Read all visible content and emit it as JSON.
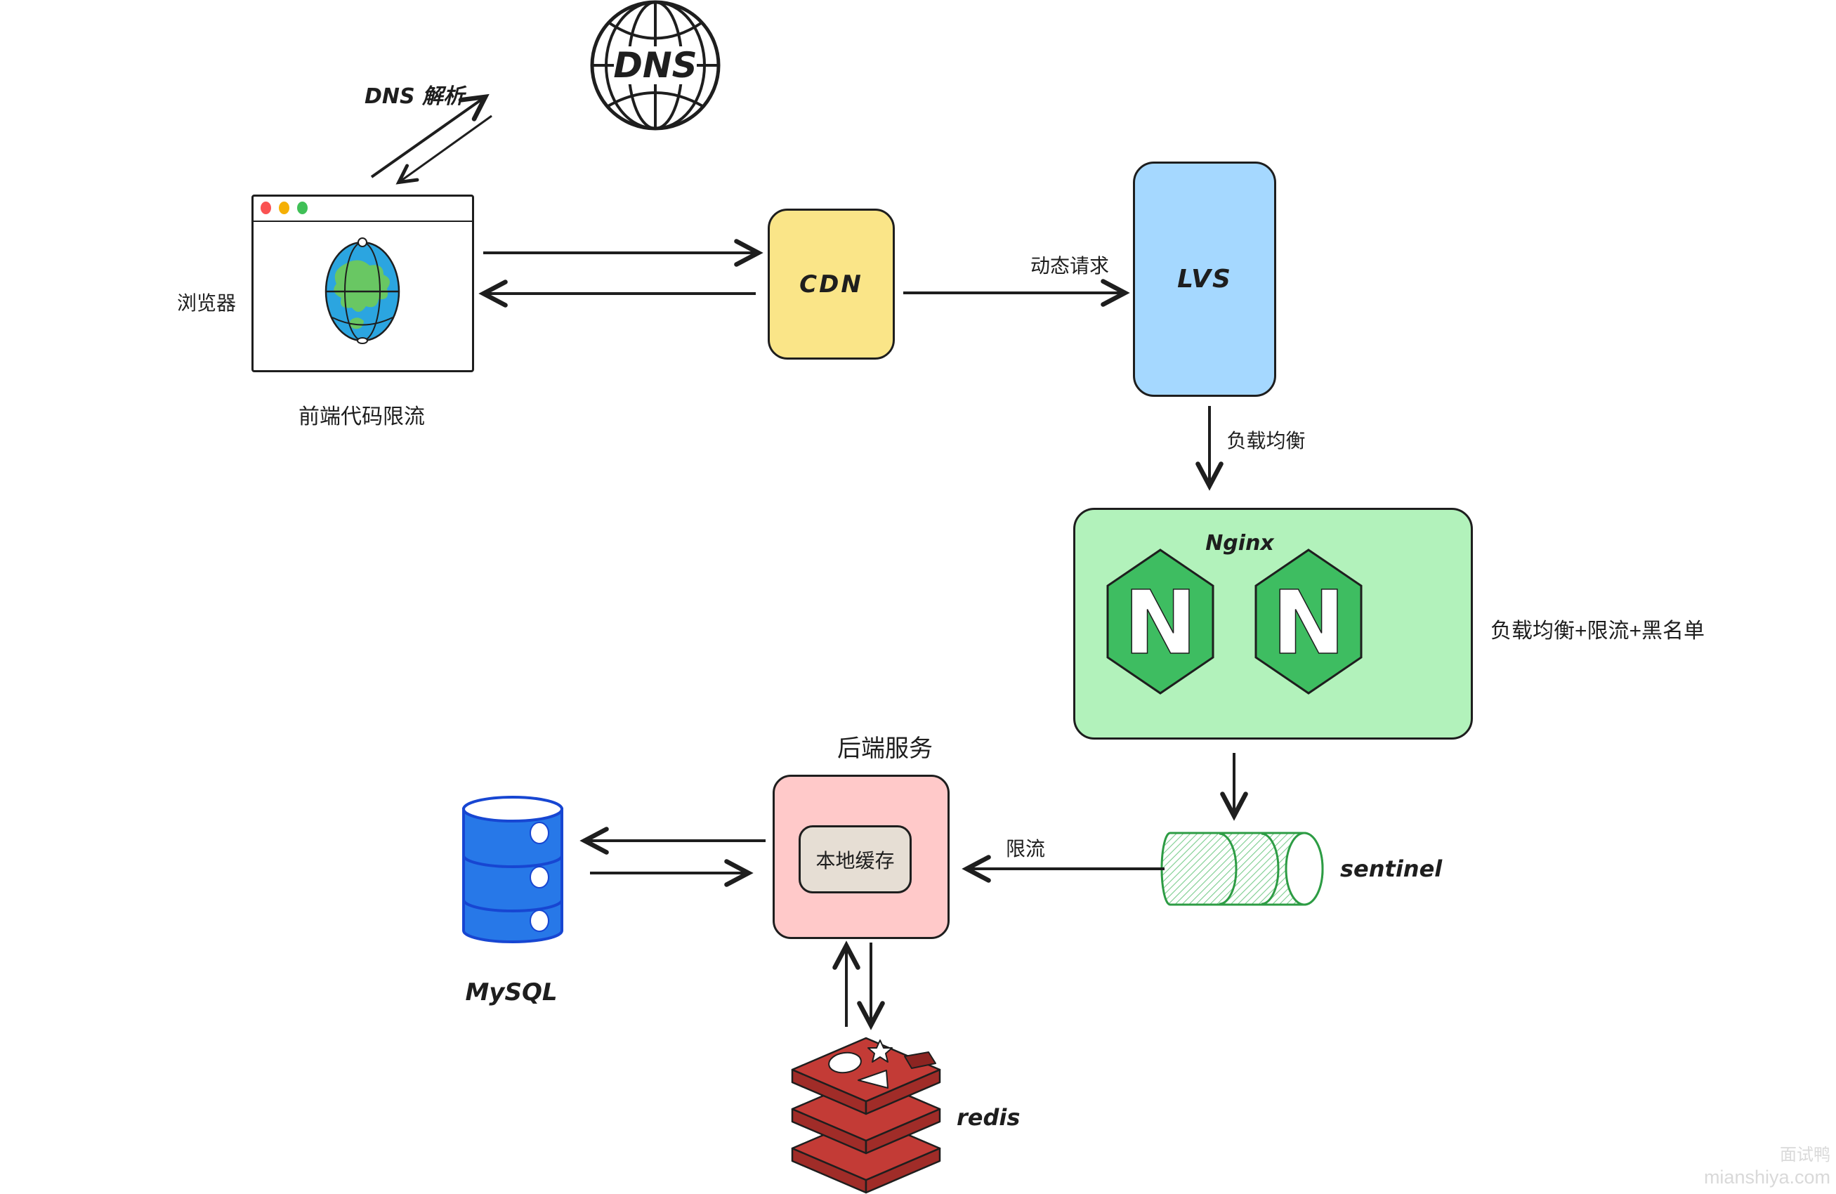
{
  "nodes": {
    "dns": {
      "label": "DNS"
    },
    "browser": {
      "side_label": "浏览器",
      "caption": "前端代码限流"
    },
    "cdn": {
      "label": "CDN"
    },
    "lvs": {
      "label": "LVS"
    },
    "nginx": {
      "label": "Nginx",
      "hex_letter": "N",
      "annotation": "负载均衡+限流+黑名单"
    },
    "sentinel": {
      "label": "sentinel"
    },
    "backend": {
      "title": "后端服务",
      "cache_label": "本地缓存"
    },
    "mysql": {
      "label": "MySQL"
    },
    "redis": {
      "label": "redis"
    }
  },
  "edges": {
    "dns_resolve": "DNS 解析",
    "dynamic_request": "动态请求",
    "load_balance": "负载均衡",
    "rate_limit": "限流"
  },
  "watermark": {
    "line1": "面试鸭",
    "line2": "mianshiya.com"
  },
  "colors": {
    "stroke": "#1e1e1e",
    "cdn_fill": "#fae588",
    "lvs_fill": "#a5d8ff",
    "nginx_fill": "#b2f2bb",
    "nginx_hex": "#3ebd61",
    "backend_fill": "#ffc9c9",
    "cache_fill": "#e6ded4",
    "mysql_fill": "#2778e8",
    "mysql_stroke": "#1746d2",
    "redis_top": "#c33b36",
    "redis_side": "#a02c28",
    "sentinel_stroke": "#2d9c44",
    "globe_blue": "#2ba5e0",
    "globe_land": "#69c763",
    "dot_red": "#fa5252",
    "dot_yellow": "#f5b005",
    "dot_green": "#40c057",
    "watermark_gray": "#d9d9d9"
  }
}
